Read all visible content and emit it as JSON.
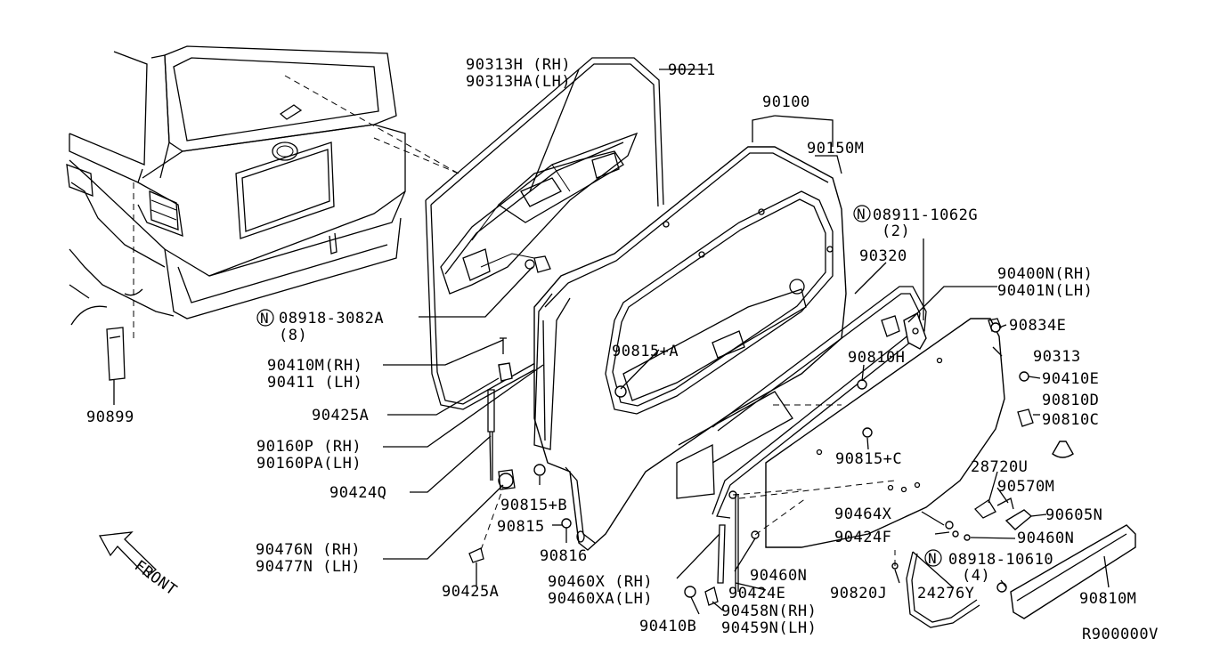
{
  "labels": {
    "p90313H": "90313H (RH)",
    "p90313HA": "90313HA(LH)",
    "p90211": "90211",
    "p90100": "90100",
    "p90150M": "90150M",
    "p08911": "08911-1062G",
    "p08911q": "(2)",
    "p90320": "90320",
    "p90400N": "90400N(RH)",
    "p90401N": "90401N(LH)",
    "p90834E": "90834E",
    "p90313": "90313",
    "p90410E": "90410E",
    "p90810D": "90810D",
    "p90810C": "90810C",
    "p90810H": "90810H",
    "p90815A": "90815+A",
    "p90815C": "90815+C",
    "p08918a": "08918-3082A",
    "p08918aq": "(8)",
    "p90410M": "90410M(RH)",
    "p90411": "90411 (LH)",
    "p90425A1": "90425A",
    "p90160P": "90160P (RH)",
    "p90160PA": "90160PA(LH)",
    "p90424Q": "90424Q",
    "p90899": "90899",
    "p90815B": "90815+B",
    "p90815": "90815",
    "p90816": "90816",
    "p90476N": "90476N (RH)",
    "p90477N": "90477N (LH)",
    "p90425A2": "90425A",
    "front": "FRONT",
    "p28720U": "28720U",
    "p90570M": "90570M",
    "p90464X": "90464X",
    "p90605N": "90605N",
    "p90424F": "90424F",
    "p90460N1": "90460N",
    "p90460N2": "90460N",
    "p08918b": "08918-10610",
    "p08918bq": "(4)",
    "p90460X": "90460X (RH)",
    "p90460XA": "90460XA(LH)",
    "p90424E": "90424E",
    "p90820J": "90820J",
    "p24276Y": "24276Y",
    "p90810M": "90810M",
    "p90410B": "90410B",
    "p90458N": "90458N(RH)",
    "p90459N": "90459N(LH)",
    "ref": "R900000V",
    "nut_symbol": "N"
  },
  "icons": {
    "nut_marker": "circled-n-icon",
    "front_arrow": "front-arrow-icon"
  },
  "colors": {
    "ink": "#000000",
    "paper": "#ffffff"
  }
}
